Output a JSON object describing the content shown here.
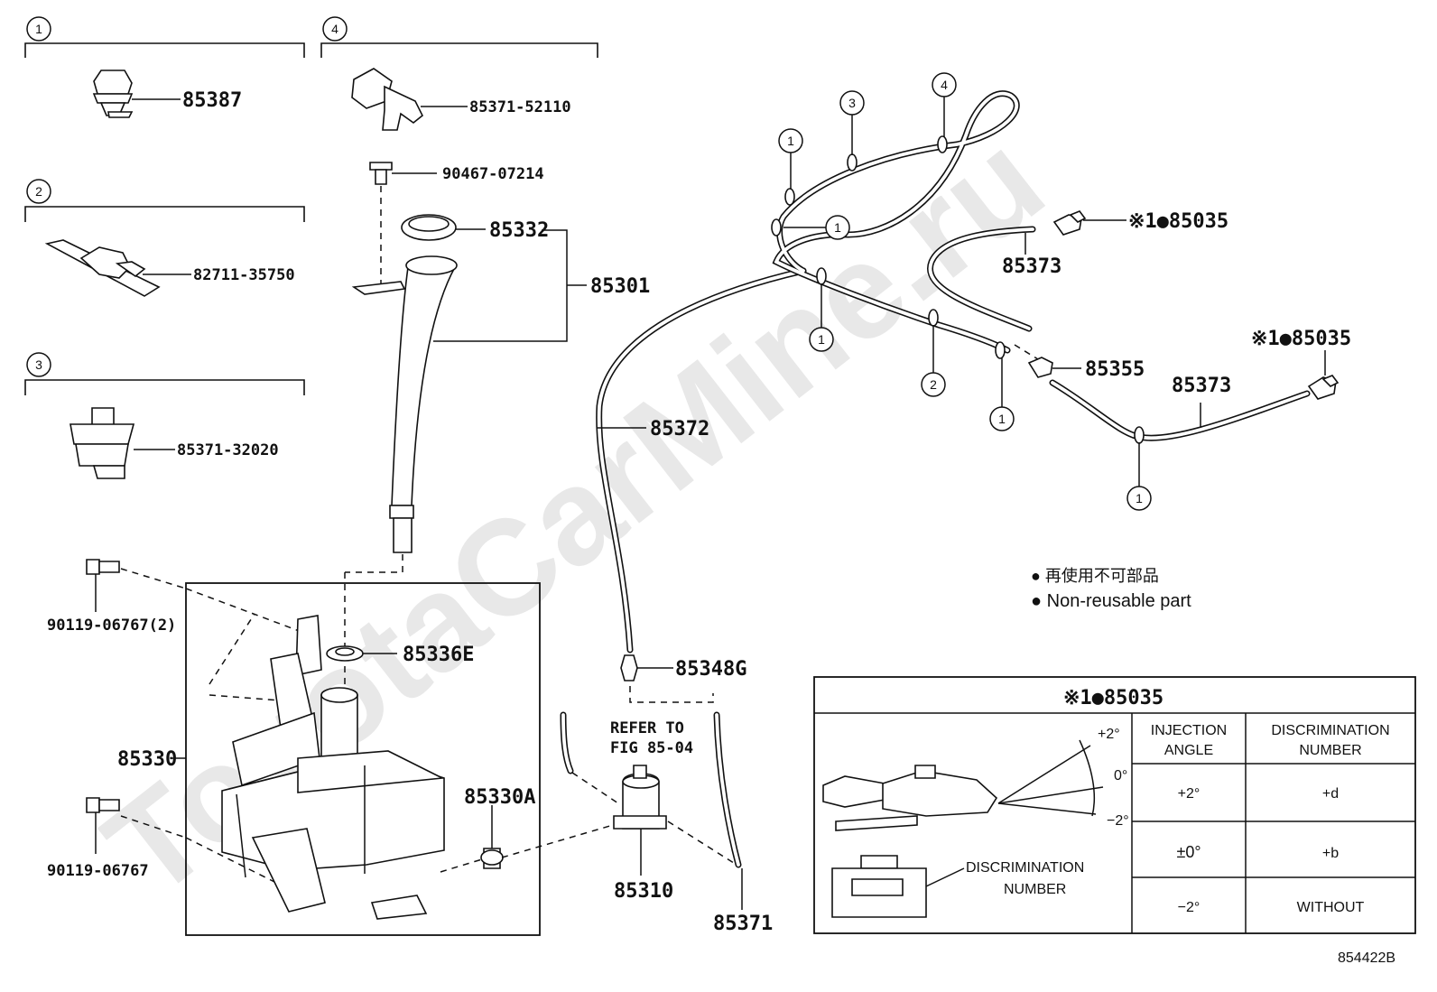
{
  "watermark": "ToyotaCarMine.ru",
  "figure_number": "854422B",
  "groups": [
    {
      "id": "1",
      "part": "85387"
    },
    {
      "id": "2",
      "part": "82711-35750"
    },
    {
      "id": "3",
      "part": "85371-32020"
    },
    {
      "id": "4",
      "part": "85371-52110"
    }
  ],
  "parts": {
    "bolt_small": "90467-07214",
    "cap": "85332",
    "inlet_assy": "85301",
    "bolt_top": "90119-06767(2)",
    "bolt_bottom": "90119-06767",
    "grommet": "85336E",
    "tank": "85330",
    "bushing": "85330A",
    "pump": "85310",
    "hose_main": "85372",
    "joint": "85348G",
    "hose_pump": "85371",
    "hose_right_1": "85373",
    "hose_right_2": "85373",
    "valve": "85355",
    "nozzle_1": "※1●85035",
    "nozzle_2": "※1●85035"
  },
  "refer_to": {
    "line1": "REFER TO",
    "line2": "FIG 85-04"
  },
  "legend": {
    "jp": "● 再使用不可部品",
    "en": "● Non-reusable part"
  },
  "table": {
    "title": "※1●85035",
    "angles": [
      "+2°",
      "0°",
      "−2°"
    ],
    "discrimination_label_line1": "DISCRIMINATION",
    "discrimination_label_line2": "NUMBER",
    "headers": {
      "col1_line1": "INJECTION",
      "col1_line2": "ANGLE",
      "col2_line1": "DISCRIMINATION",
      "col2_line2": "NUMBER"
    },
    "rows": [
      {
        "angle": "+2°",
        "number": "+d"
      },
      {
        "angle": "±0°",
        "number": "+b"
      },
      {
        "angle": "−2°",
        "number": "WITHOUT"
      }
    ]
  },
  "callouts": [
    "1",
    "2",
    "3",
    "4"
  ]
}
